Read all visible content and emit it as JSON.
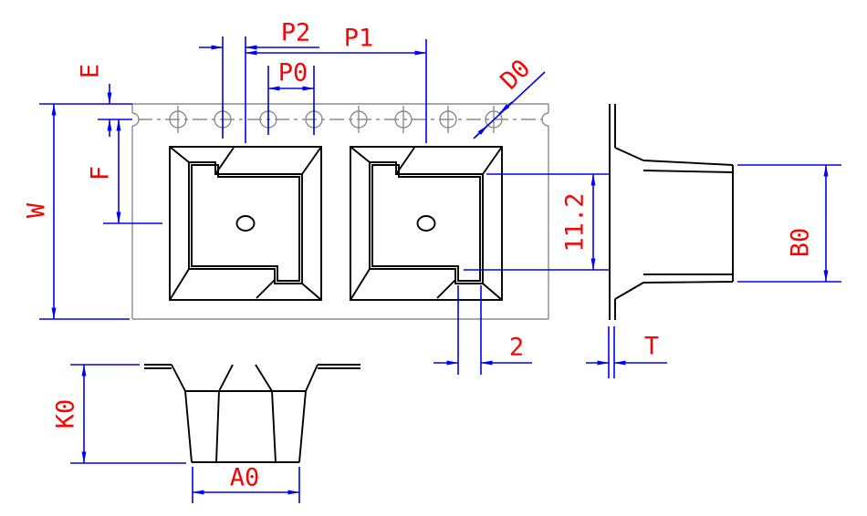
{
  "drawing": {
    "type": "carrier-tape-dimension-drawing",
    "labels": {
      "e": "E",
      "f": "F",
      "w": "W",
      "p2": "P2",
      "p1": "P1",
      "p0": "P0",
      "d0": "D0",
      "pocket_inner_height": "11.2",
      "b0": "B0",
      "pocket_notch_width": "2",
      "t": "T",
      "k0": "K0",
      "a0": "A0"
    },
    "colors": {
      "dimension_lines": "#0202f2",
      "dimension_labels": "#f50505",
      "part_outline": "#000000",
      "tape_outline": "#8c8c8c",
      "background": "#ffffff"
    },
    "sprocket_hole_count": 8,
    "pocket_count": 2
  }
}
